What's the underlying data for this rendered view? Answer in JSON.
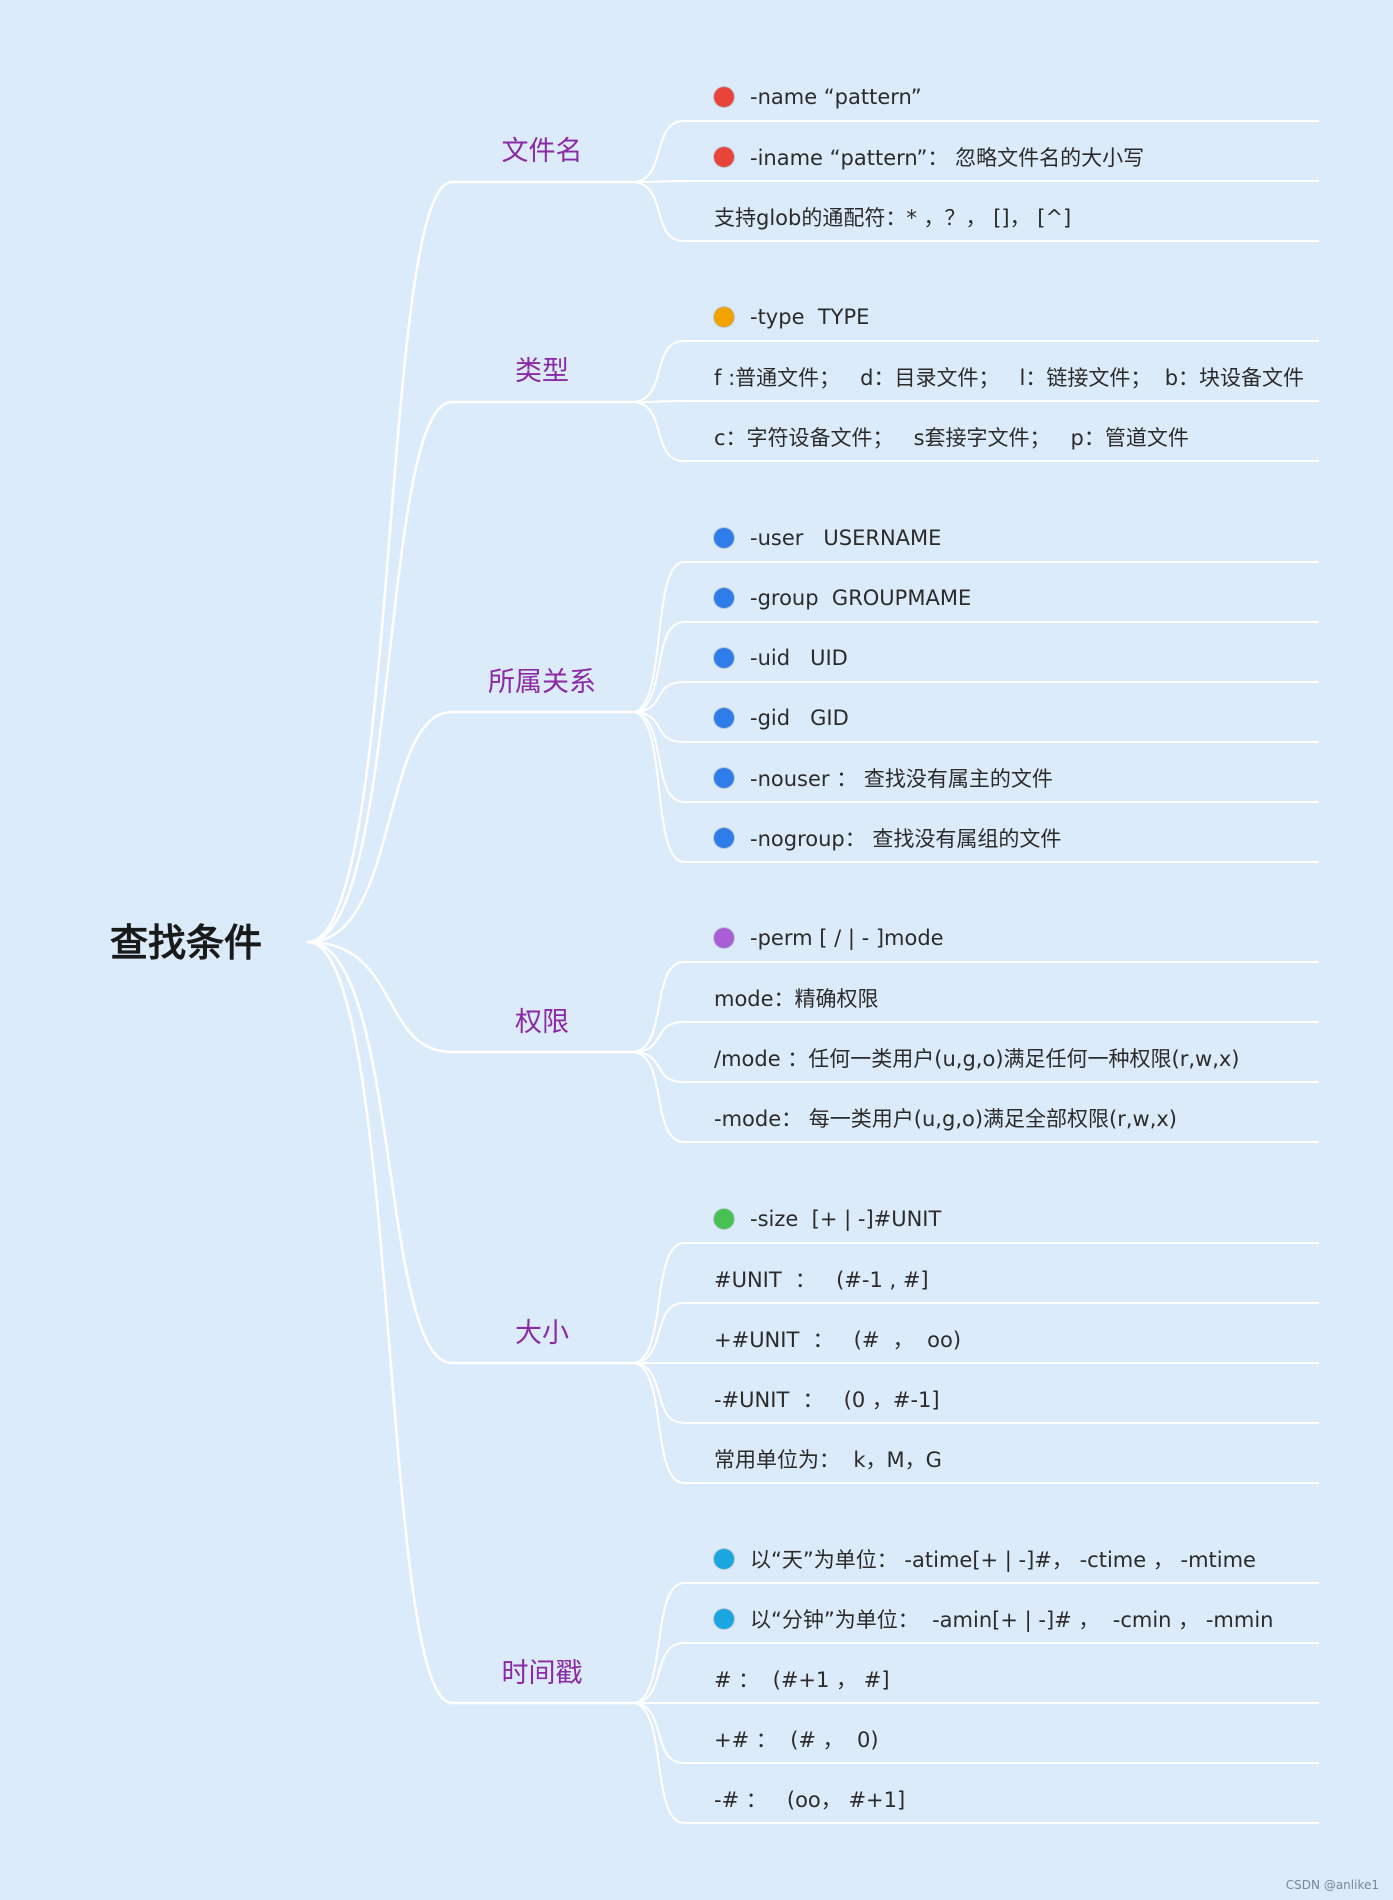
{
  "root": {
    "label": "查找条件"
  },
  "colors": {
    "red": "#e8443a",
    "orange": "#f2a300",
    "blue": "#2f7de8",
    "purple": "#a95ed6",
    "green": "#46c152",
    "cyan": "#1aa6e0",
    "branch_text": "#8a2aa6",
    "line": "#ffffff",
    "background": "#dcebfa"
  },
  "branches": [
    {
      "label": "文件名",
      "items": [
        {
          "text": "-name “pattern”",
          "dot": "red"
        },
        {
          "text": "-iname “pattern”： 忽略文件名的大小写",
          "dot": "red"
        },
        {
          "text": "支持glob的通配符：* ，？， []， [^]",
          "dot": ""
        }
      ]
    },
    {
      "label": "类型",
      "items": [
        {
          "text": "-type  TYPE",
          "dot": "orange"
        },
        {
          "text": "f :普通文件；   d：目录文件；   l：链接文件；  b：块设备文件",
          "dot": ""
        },
        {
          "text": "c：字符设备文件；   s套接字文件；   p：管道文件",
          "dot": ""
        }
      ]
    },
    {
      "label": "所属关系",
      "items": [
        {
          "text": "-user   USERNAME",
          "dot": "blue"
        },
        {
          "text": "-group  GROUPMAME",
          "dot": "blue"
        },
        {
          "text": "-uid   UID",
          "dot": "blue"
        },
        {
          "text": "-gid   GID",
          "dot": "blue"
        },
        {
          "text": "-nouser ： 查找没有属主的文件",
          "dot": "blue"
        },
        {
          "text": "-nogroup： 查找没有属组的文件",
          "dot": "blue"
        }
      ]
    },
    {
      "label": "权限",
      "items": [
        {
          "text": "-perm [ / | - ]mode",
          "dot": "purple"
        },
        {
          "text": "mode：精确权限",
          "dot": ""
        },
        {
          "text": "/mode ：任何一类用户(u,g,o)满足任何一种权限(r,w,x)",
          "dot": ""
        },
        {
          "text": "-mode： 每一类用户(u,g,o)满足全部权限(r,w,x)",
          "dot": ""
        }
      ]
    },
    {
      "label": "大小",
      "items": [
        {
          "text": "-size  [+ | -]#UNIT",
          "dot": "green"
        },
        {
          "text": "#UNIT  ：   (#-1 , #]",
          "dot": ""
        },
        {
          "text": "+#UNIT  ：   (#  ，  oo)",
          "dot": ""
        },
        {
          "text": "-#UNIT  ：   (0 ，#-1]",
          "dot": ""
        },
        {
          "text": "常用单位为：  k，M，G",
          "dot": ""
        }
      ]
    },
    {
      "label": "时间戳",
      "items": [
        {
          "text": "以“天”为单位： -atime[+ | -]#， -ctime ， -mtime",
          "dot": "cyan"
        },
        {
          "text": "以“分钟”为单位：  -amin[+ | -]# ，  -cmin ， -mmin",
          "dot": "cyan"
        },
        {
          "text": "# ：  (#+1 ， #]",
          "dot": ""
        },
        {
          "text": "+# ：  (# ，  0)",
          "dot": ""
        },
        {
          "text": "-# ：   (oo， #+1]",
          "dot": ""
        }
      ]
    }
  ],
  "watermark": "CSDN @anlike1"
}
